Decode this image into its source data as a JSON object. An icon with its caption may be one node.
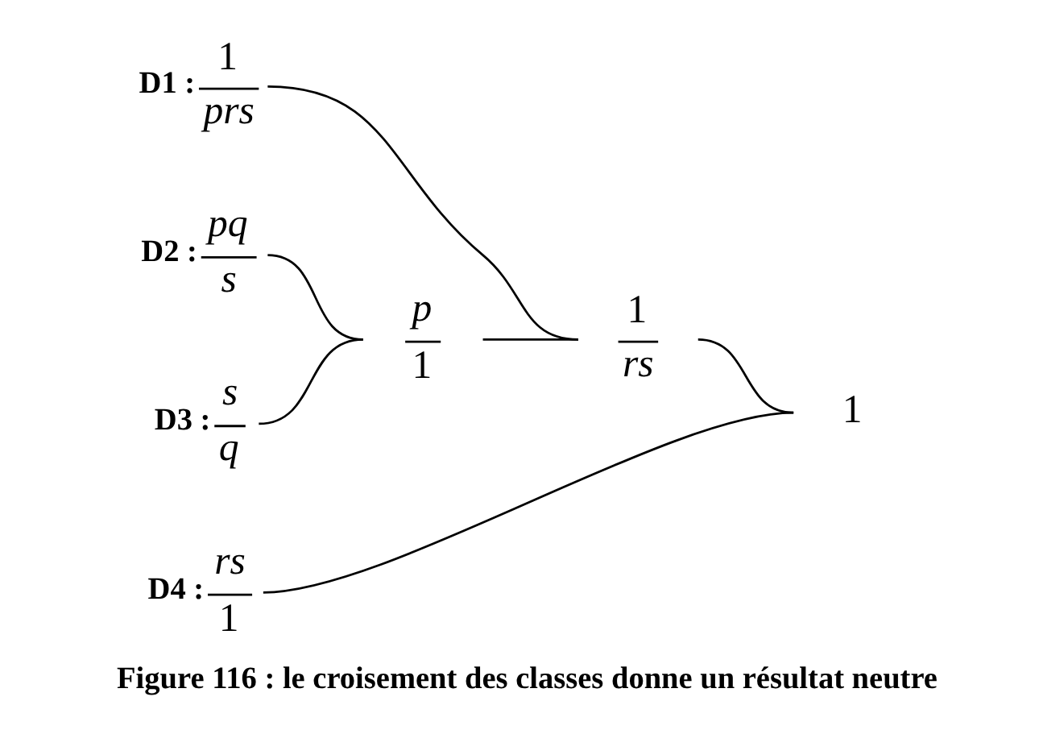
{
  "diagram": {
    "caption": "Figure 116 : le croisement des classes donne un résultat neutre",
    "nodes": [
      {
        "text": [
          "D1 :",
          "1",
          "prs"
        ]
      },
      {
        "text": [
          "D2 :",
          "pq",
          "s"
        ]
      },
      {
        "text": [
          "D3 :",
          "s",
          "q"
        ]
      },
      {
        "text": [
          "D4 :",
          "rs",
          "1"
        ]
      },
      {
        "text": [
          "p",
          "1"
        ]
      },
      {
        "text": [
          "1",
          "rs"
        ]
      },
      {
        "text": [
          "1"
        ]
      }
    ],
    "edges": [
      {
        "from": 0,
        "to": 5,
        "arrow": "none"
      },
      {
        "from": 1,
        "to": 4,
        "arrow": "none"
      },
      {
        "from": 2,
        "to": 4,
        "arrow": "none"
      },
      {
        "from": 4,
        "to": 5,
        "arrow": "none"
      },
      {
        "from": 5,
        "to": 6,
        "arrow": "none"
      },
      {
        "from": 3,
        "to": 6,
        "arrow": "none"
      }
    ]
  }
}
